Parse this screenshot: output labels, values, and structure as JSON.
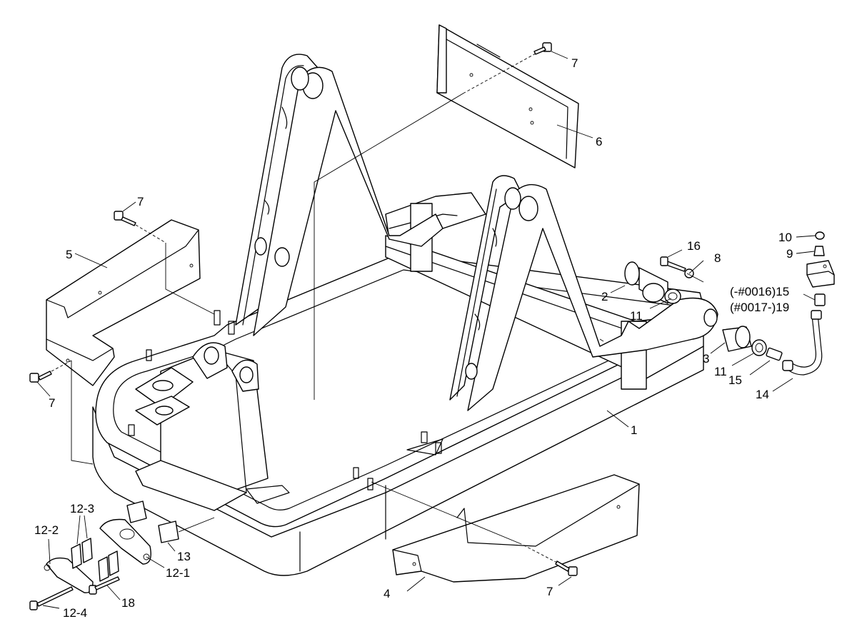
{
  "callouts": {
    "c1": "1",
    "c2": "2",
    "c3": "3",
    "c4": "4",
    "c5": "5",
    "c6": "6",
    "c7a": "7",
    "c7b": "7",
    "c7c": "7",
    "c7d": "7",
    "c8": "8",
    "c9": "9",
    "c10": "10",
    "c11a": "11",
    "c11b": "11",
    "c12_1": "12-1",
    "c12_2": "12-2",
    "c12_3": "12-3",
    "c12_4": "12-4",
    "c13": "13",
    "c14": "14",
    "c15a": "(-#0016)15",
    "c15b": "15",
    "c16": "16",
    "c18": "18",
    "c19": "(#0017-)19"
  }
}
